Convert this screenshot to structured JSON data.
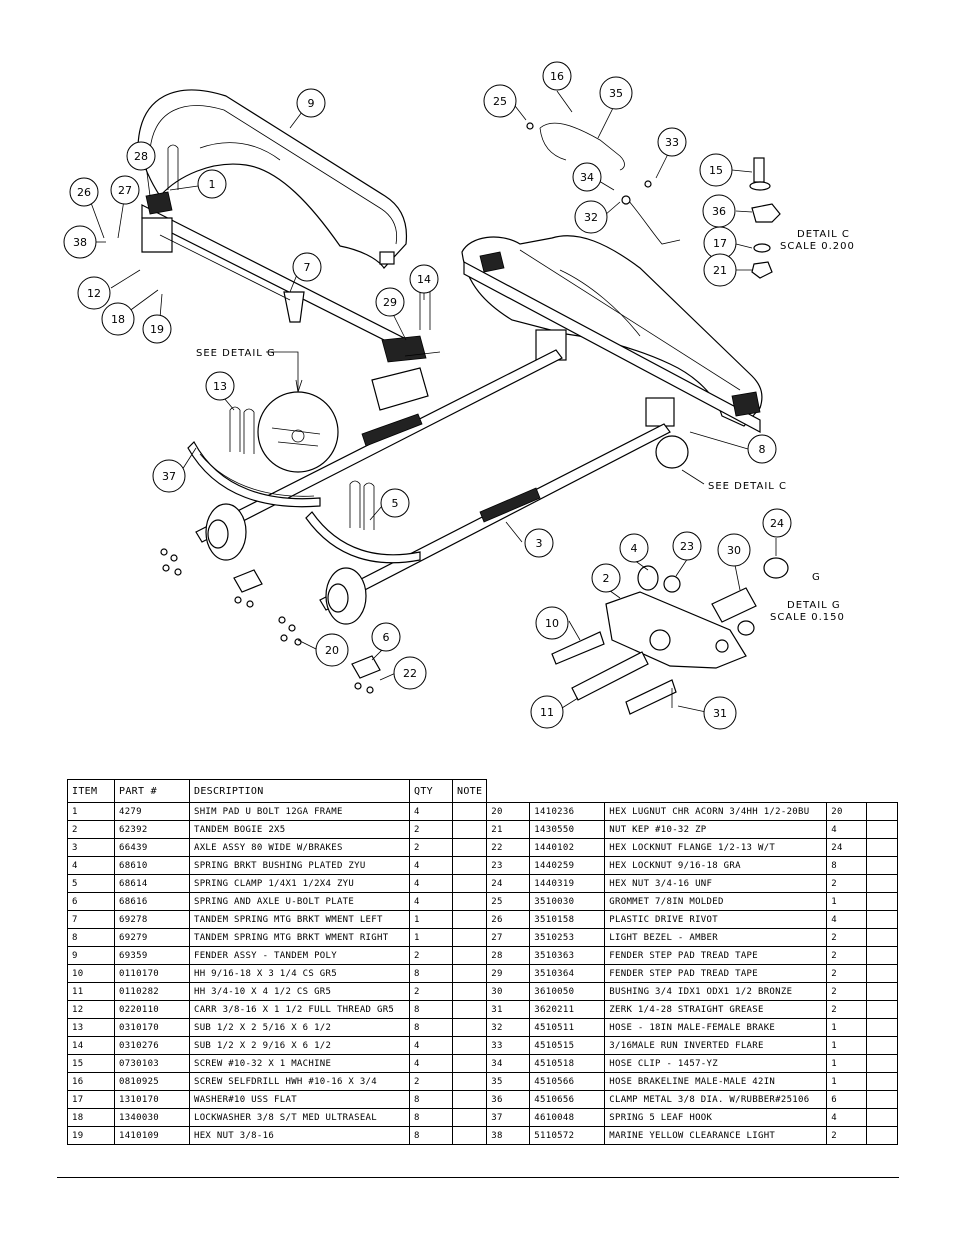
{
  "callouts": {
    "b1": "1",
    "b2": "2",
    "b3": "3",
    "b4": "4",
    "b5": "5",
    "b6": "6",
    "b7": "7",
    "b8": "8",
    "b9": "9",
    "b10": "10",
    "b11": "11",
    "b12": "12",
    "b13": "13",
    "b14": "14",
    "b15": "15",
    "b16": "16",
    "b17": "17",
    "b18": "18",
    "b19": "19",
    "b20": "20",
    "b21": "21",
    "b22": "22",
    "b23": "23",
    "b24": "24",
    "b25": "25",
    "b26": "26",
    "b27": "27",
    "b28": "28",
    "b29": "29",
    "b30": "30",
    "b31": "31",
    "b32": "32",
    "b33": "33",
    "b34": "34",
    "b35": "35",
    "b36": "36",
    "b37": "37",
    "b38": "38"
  },
  "annotations": {
    "detail_c_title": "DETAIL  C",
    "detail_c_scale": "SCALE  0.200",
    "detail_g_title": "DETAIL  G",
    "detail_g_scale": "SCALE  0.150",
    "see_detail_g": "SEE DETAIL  G",
    "see_detail_c": "SEE DETAIL  C",
    "detail_g_ref_mark": "G"
  },
  "parts_table": {
    "headers": {
      "item": "ITEM",
      "part": "PART #",
      "description": "DESCRIPTION",
      "qty": "QTY",
      "note": "NOTE"
    },
    "left_rows": [
      {
        "item": "1",
        "part": "4279",
        "description": "SHIM PAD   U BOLT 12GA FRAME",
        "qty": "4"
      },
      {
        "item": "2",
        "part": "62392",
        "description": "TANDEM BOGIE   2X5",
        "qty": "2"
      },
      {
        "item": "3",
        "part": "66439",
        "description": "AXLE ASSY 80 WIDE W/BRAKES",
        "qty": "2"
      },
      {
        "item": "4",
        "part": "68610",
        "description": "SPRING BRKT BUSHING PLATED ZYU",
        "qty": "4"
      },
      {
        "item": "5",
        "part": "68614",
        "description": "SPRING CLAMP   1/4X1 1/2X4  ZYU",
        "qty": "4"
      },
      {
        "item": "6",
        "part": "68616",
        "description": "SPRING AND AXLE U-BOLT PLATE",
        "qty": "4"
      },
      {
        "item": "7",
        "part": "69278",
        "description": "TANDEM SPRING MTG BRKT WMENT LEFT",
        "qty": "1"
      },
      {
        "item": "8",
        "part": "69279",
        "description": "TANDEM SPRING MTG BRKT WMENT RIGHT",
        "qty": "1"
      },
      {
        "item": "9",
        "part": "69359",
        "description": "FENDER ASSY - TANDEM POLY",
        "qty": "2"
      },
      {
        "item": "10",
        "part": "0110170",
        "description": "HH 9/16-18 X 3 1/4 CS GR5",
        "qty": "8"
      },
      {
        "item": "11",
        "part": "0110282",
        "description": "HH 3/4-10 X 4 1/2 CS GR5",
        "qty": "2"
      },
      {
        "item": "12",
        "part": "0220110",
        "description": "CARR 3/8-16 X 1 1/2 FULL THREAD GR5",
        "qty": "8"
      },
      {
        "item": "13",
        "part": "0310170",
        "description": "SUB 1/2 X 2 5/16 X 6 1/2",
        "qty": "8"
      },
      {
        "item": "14",
        "part": "0310276",
        "description": "SUB 1/2 X 2 9/16 X 6 1/2",
        "qty": "4"
      },
      {
        "item": "15",
        "part": "0730103",
        "description": "SCREW #10-32 X 1 MACHINE",
        "qty": "4"
      },
      {
        "item": "16",
        "part": "0810925",
        "description": "SCREW SELFDRILL HWH #10-16 X 3/4",
        "qty": "2"
      },
      {
        "item": "17",
        "part": "1310170",
        "description": "WASHER#10 USS FLAT",
        "qty": "8"
      },
      {
        "item": "18",
        "part": "1340030",
        "description": "LOCKWASHER 3/8 S/T MED ULTRASEAL",
        "qty": "8"
      },
      {
        "item": "19",
        "part": "1410109",
        "description": "HEX NUT 3/8-16",
        "qty": "8"
      }
    ],
    "right_rows": [
      {
        "item": "20",
        "part": "1410236",
        "description": "HEX LUGNUT CHR ACORN 3/4HH 1/2-20BU",
        "qty": "20"
      },
      {
        "item": "21",
        "part": "1430550",
        "description": "NUT KEP #10-32 ZP",
        "qty": "4"
      },
      {
        "item": "22",
        "part": "1440102",
        "description": "HEX LOCKNUT FLANGE 1/2-13 W/T",
        "qty": "24"
      },
      {
        "item": "23",
        "part": "1440259",
        "description": "HEX LOCKNUT 9/16-18 GRA",
        "qty": "8"
      },
      {
        "item": "24",
        "part": "1440319",
        "description": "HEX NUT 3/4-16 UNF",
        "qty": "2"
      },
      {
        "item": "25",
        "part": "3510030",
        "description": "GROMMET  7/8IN MOLDED",
        "qty": "1"
      },
      {
        "item": "26",
        "part": "3510158",
        "description": "PLASTIC DRIVE RIVOT",
        "qty": "4"
      },
      {
        "item": "27",
        "part": "3510253",
        "description": "LIGHT BEZEL - AMBER",
        "qty": "2"
      },
      {
        "item": "28",
        "part": "3510363",
        "description": "FENDER STEP PAD TREAD TAPE",
        "qty": "2"
      },
      {
        "item": "29",
        "part": "3510364",
        "description": "FENDER STEP PAD TREAD TAPE",
        "qty": "2"
      },
      {
        "item": "30",
        "part": "3610050",
        "description": "BUSHING  3/4 IDX1 ODX1 1/2 BRONZE",
        "qty": "2"
      },
      {
        "item": "31",
        "part": "3620211",
        "description": "ZERK  1/4-28 STRAIGHT GREASE",
        "qty": "2"
      },
      {
        "item": "32",
        "part": "4510511",
        "description": "HOSE - 18IN MALE-FEMALE BRAKE",
        "qty": "1"
      },
      {
        "item": "33",
        "part": "4510515",
        "description": "3/16MALE RUN INVERTED FLARE",
        "qty": "1"
      },
      {
        "item": "34",
        "part": "4510518",
        "description": "HOSE CLIP - 1457-YZ",
        "qty": "1"
      },
      {
        "item": "35",
        "part": "4510566",
        "description": "HOSE BRAKELINE MALE-MALE 42IN",
        "qty": "1"
      },
      {
        "item": "36",
        "part": "4510656",
        "description": "CLAMP METAL 3/8 DIA. W/RUBBER#25106",
        "qty": "6"
      },
      {
        "item": "37",
        "part": "4610048",
        "description": "SPRING  5 LEAF HOOK",
        "qty": "4"
      },
      {
        "item": "38",
        "part": "5110572",
        "description": "MARINE YELLOW CLEARANCE LIGHT",
        "qty": "2"
      }
    ]
  }
}
